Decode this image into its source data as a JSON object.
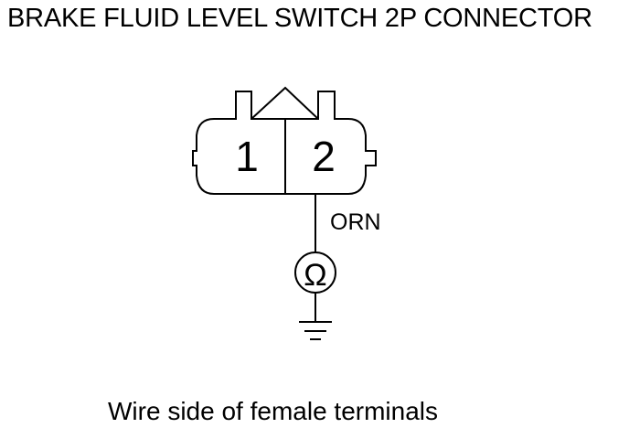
{
  "title": "BRAKE FLUID LEVEL SWITCH 2P CONNECTOR",
  "connector": {
    "terminals": [
      "1",
      "2"
    ],
    "wire_color": "ORN",
    "meter_symbol": "Ω"
  },
  "caption": "Wire side of female terminals",
  "colors": {
    "line": "#000000",
    "background": "#ffffff"
  }
}
